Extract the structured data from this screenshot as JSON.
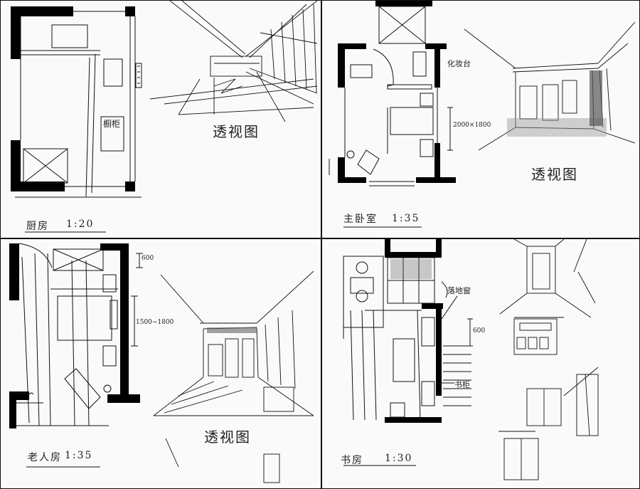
{
  "panels": {
    "kitchen": {
      "caption": "厨房",
      "scale": "1:20",
      "perspective_label": "透视图",
      "plan_label": "橱柜"
    },
    "bedroom": {
      "caption": "主卧室",
      "scale": "1:35",
      "perspective_label": "透视图",
      "note_dresser": "化妆台",
      "note_size": "2000×1800"
    },
    "elderly": {
      "caption": "老人房",
      "scale": "1:35",
      "perspective_label": "透视图",
      "dim_top": "600",
      "dim_side": "1500~1800"
    },
    "study": {
      "caption": "书房",
      "scale": "1:30",
      "note_window": "落地窗",
      "note_cabinet": "书柜",
      "dim": "600"
    }
  },
  "colors": {
    "ink": "#111111",
    "paper": "#fafafa",
    "wall": "#000000",
    "shade": "#9a9a9a"
  }
}
